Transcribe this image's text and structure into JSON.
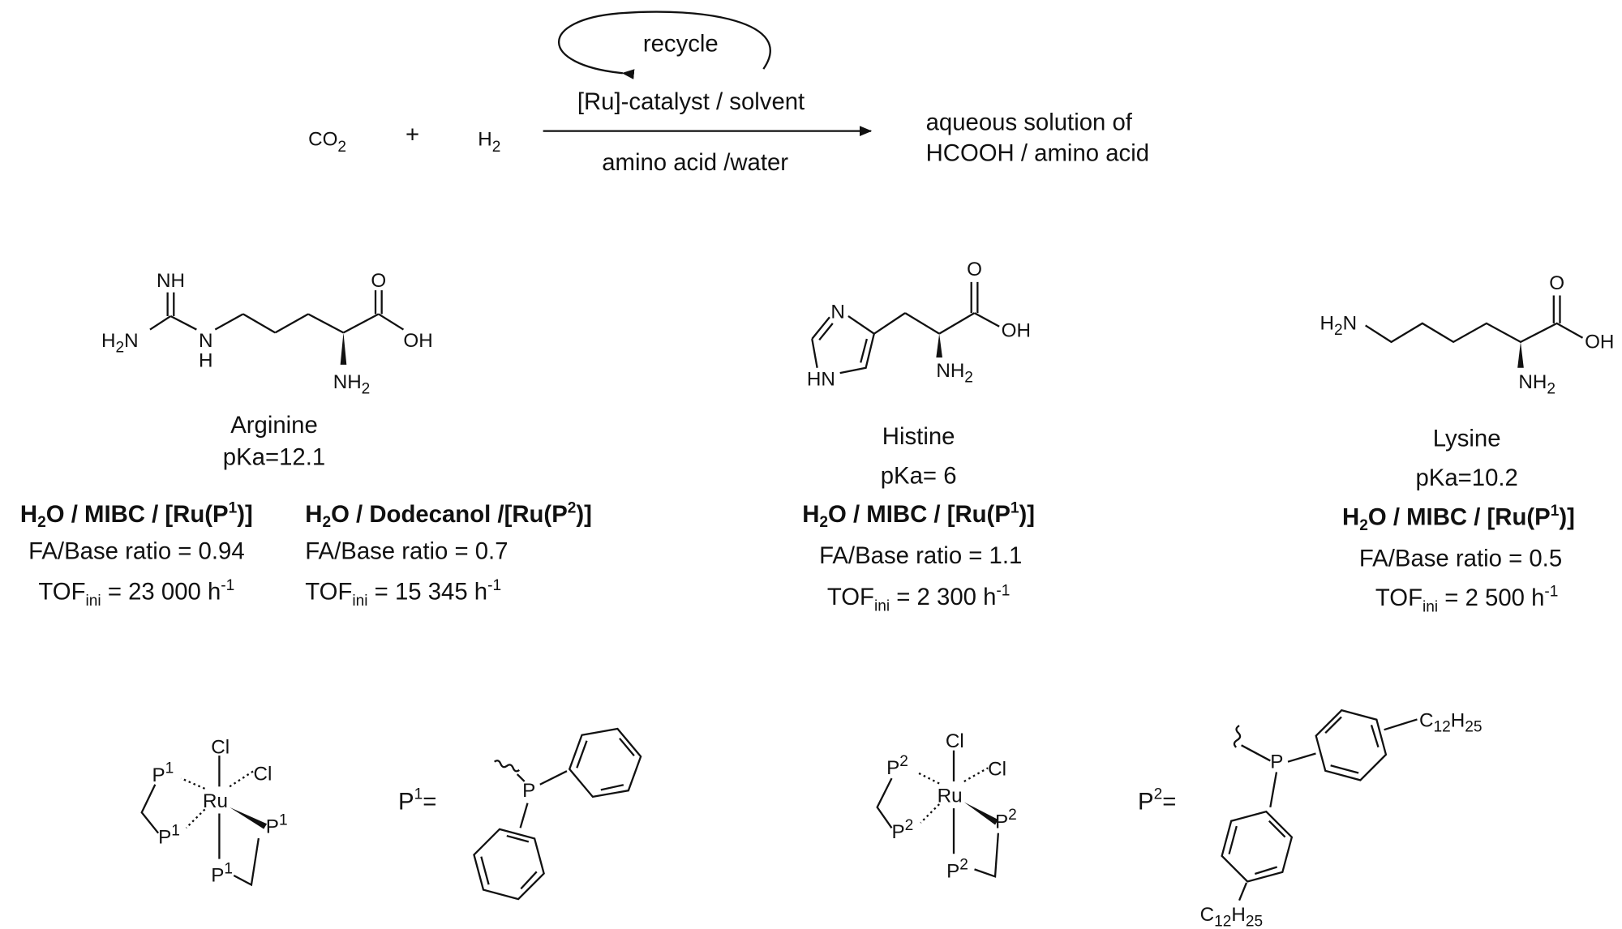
{
  "scheme": {
    "reactant1": {
      "main": "CO",
      "sub": "2"
    },
    "plus": "+",
    "reactant2": {
      "main": "H",
      "sub": "2"
    },
    "recycle": "recycle",
    "above_arrow": "[Ru]-catalyst / solvent",
    "below_arrow": "amino acid /water",
    "product_line1": "aqueous solution of",
    "product_line2": "HCOOH / amino acid"
  },
  "atoms": {
    "NH": "NH",
    "H2N_main": "H",
    "H2N_sub": "2",
    "H2N_N": "N",
    "N": "N",
    "H": "H",
    "O": "O",
    "OH": "OH",
    "NH2_main": "NH",
    "NH2_sub": "2",
    "HN": "HN",
    "Cl": "Cl",
    "Ru": "Ru",
    "P": "P",
    "sup1": "1",
    "sup2": "2",
    "C": "C",
    "c12": "12",
    "Hc": "H",
    "h25": "25",
    "equals": "="
  },
  "amino_acids": [
    {
      "name": "Arginine",
      "pka": "pKa=12.1"
    },
    {
      "name": "Histine",
      "pka": "pKa= 6"
    },
    {
      "name": "Lysine",
      "pka": "pKa=10.2"
    }
  ],
  "conditions": [
    {
      "s1": "H",
      "s2": "2",
      "s3": "O / MIBC / [Ru(P",
      "s4": "1",
      "s5": ")]",
      "ratio": "FA/Base ratio = 0.94",
      "tof": "TOF",
      "ini": "ini",
      "tof_val": " = 23 000 h",
      "unit_sup": "-1"
    },
    {
      "s1": "H",
      "s2": "2",
      "s3": "O / Dodecanol /[Ru(P",
      "s4": "2",
      "s5": ")]",
      "ratio": "FA/Base ratio = 0.7",
      "tof": "TOF",
      "ini": "ini",
      "tof_val": " = 15 345 h",
      "unit_sup": "-1"
    },
    {
      "s1": "H",
      "s2": "2",
      "s3": "O / MIBC / [Ru(P",
      "s4": "1",
      "s5": ")]",
      "ratio": "FA/Base ratio = 1.1",
      "tof": "TOF",
      "ini": "ini",
      "tof_val": " = 2 300 h",
      "unit_sup": "-1"
    },
    {
      "s1": "H",
      "s2": "2",
      "s3": "O / MIBC / [Ru(P",
      "s4": "1",
      "s5": ")]",
      "ratio": "FA/Base ratio = 0.5",
      "tof": "TOF",
      "ini": "ini",
      "tof_val": " = 2 500 h",
      "unit_sup": "-1"
    }
  ]
}
